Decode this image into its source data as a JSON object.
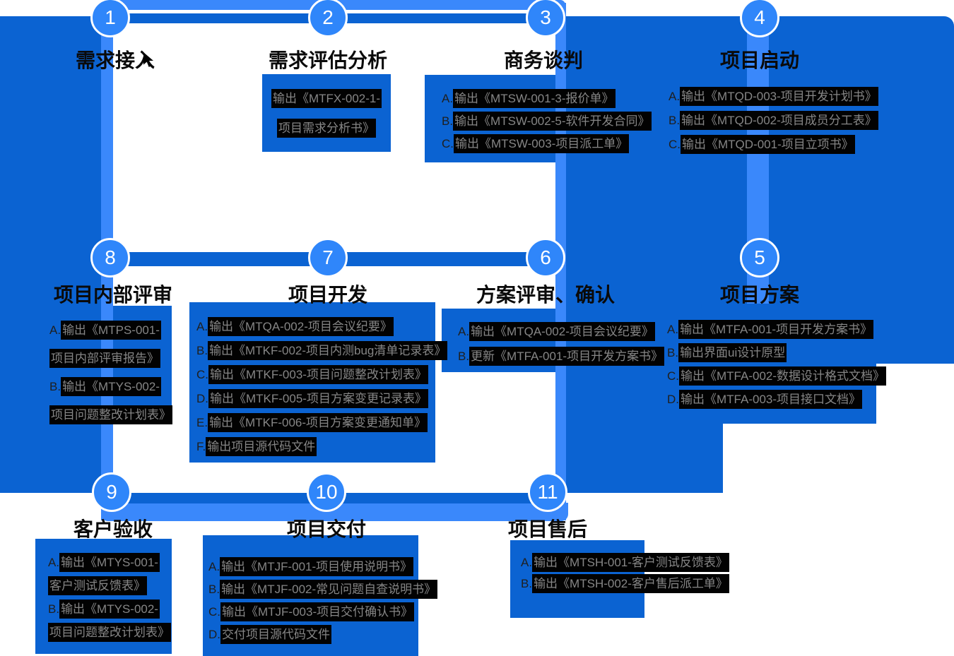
{
  "palette": {
    "light_blue": "#3a88fb",
    "dark_blue": "#0b63d2",
    "circle_blue": "#2f86fa",
    "highlight_black": "#020202",
    "item_text_grey": "#868686",
    "title_black": "#0a0a0a"
  },
  "sections": [
    {
      "num": "1",
      "title": "需求接入",
      "items": []
    },
    {
      "num": "2",
      "title": "需求评估分析",
      "items": [
        {
          "marker": "",
          "text": "输出《MTFX-002-1-"
        },
        {
          "marker": "",
          "text": "项目需求分析书》"
        }
      ]
    },
    {
      "num": "3",
      "title": "商务谈判",
      "items": [
        {
          "marker": "A.",
          "text": "输出《MTSW-001-3-报价单》"
        },
        {
          "marker": "B.",
          "text": "输出《MTSW-002-5-软件开发合同》"
        },
        {
          "marker": "C.",
          "text": "输出《MTSW-003-项目派工单》"
        }
      ]
    },
    {
      "num": "4",
      "title": "项目启动",
      "items": [
        {
          "marker": "A.",
          "text": "输出《MTQD-003-项目开发计划书》"
        },
        {
          "marker": "B.",
          "text": "输出《MTQD-002-项目成员分工表》"
        },
        {
          "marker": "C.",
          "text": "输出《MTQD-001-项目立项书》"
        }
      ]
    },
    {
      "num": "5",
      "title": "项目方案",
      "items": [
        {
          "marker": "A.",
          "text": "输出《MTFA-001-项目开发方案书》"
        },
        {
          "marker": "B.",
          "text": "输出界面ui设计原型"
        },
        {
          "marker": "C.",
          "text": "输出《MTFA-002-数据设计格式文档》"
        },
        {
          "marker": "D.",
          "text": "输出《MTFA-003-项目接口文档》"
        }
      ]
    },
    {
      "num": "6",
      "title": "方案评审、确认",
      "items": [
        {
          "marker": "A.",
          "text": "输出《MTQA-002-项目会议纪要》"
        },
        {
          "marker": "B.",
          "text": "更新《MTFA-001-项目开发方案书》"
        }
      ]
    },
    {
      "num": "7",
      "title": "项目开发",
      "items": [
        {
          "marker": "A.",
          "text": "输出《MTQA-002-项目会议纪要》"
        },
        {
          "marker": "B.",
          "text": "输出《MTKF-002-项目内测bug清单记录表》"
        },
        {
          "marker": "C.",
          "text": "输出《MTKF-003-项目问题整改计划表》"
        },
        {
          "marker": "D.",
          "text": "输出《MTKF-005-项目方案变更记录表》"
        },
        {
          "marker": "E.",
          "text": "输出《MTKF-006-项目方案变更通知单》"
        },
        {
          "marker": "F.",
          "text": "输出项目源代码文件"
        }
      ]
    },
    {
      "num": "8",
      "title": "项目内部评审",
      "items": [
        {
          "marker": "A.",
          "text": "输出《MTPS-001-"
        },
        {
          "marker": "",
          "text": "项目内部评审报告》"
        },
        {
          "marker": "B.",
          "text": "输出《MTYS-002-"
        },
        {
          "marker": "",
          "text": "项目问题整改计划表》"
        }
      ]
    },
    {
      "num": "9",
      "title": "客户验收",
      "items": [
        {
          "marker": "A.",
          "text": "输出《MTYS-001-"
        },
        {
          "marker": "",
          "text": "客户测试反馈表》"
        },
        {
          "marker": "B.",
          "text": "输出《MTYS-002-"
        },
        {
          "marker": "",
          "text": "项目问题整改计划表》"
        }
      ]
    },
    {
      "num": "10",
      "title": "项目交付",
      "items": [
        {
          "marker": "A.",
          "text": "输出《MTJF-001-项目使用说明书》"
        },
        {
          "marker": "B.",
          "text": "输出《MTJF-002-常见问题自查说明书》"
        },
        {
          "marker": "C.",
          "text": "输出《MTJF-003-项目交付确认书》"
        },
        {
          "marker": "D.",
          "text": "交付项目源代码文件"
        }
      ]
    },
    {
      "num": "11",
      "title": "项目售后",
      "items": [
        {
          "marker": "A.",
          "text": "输出《MTSH-001-客户测试反馈表》"
        },
        {
          "marker": "B.",
          "text": "输出《MTSH-002-客户售后派工单》"
        }
      ]
    }
  ]
}
